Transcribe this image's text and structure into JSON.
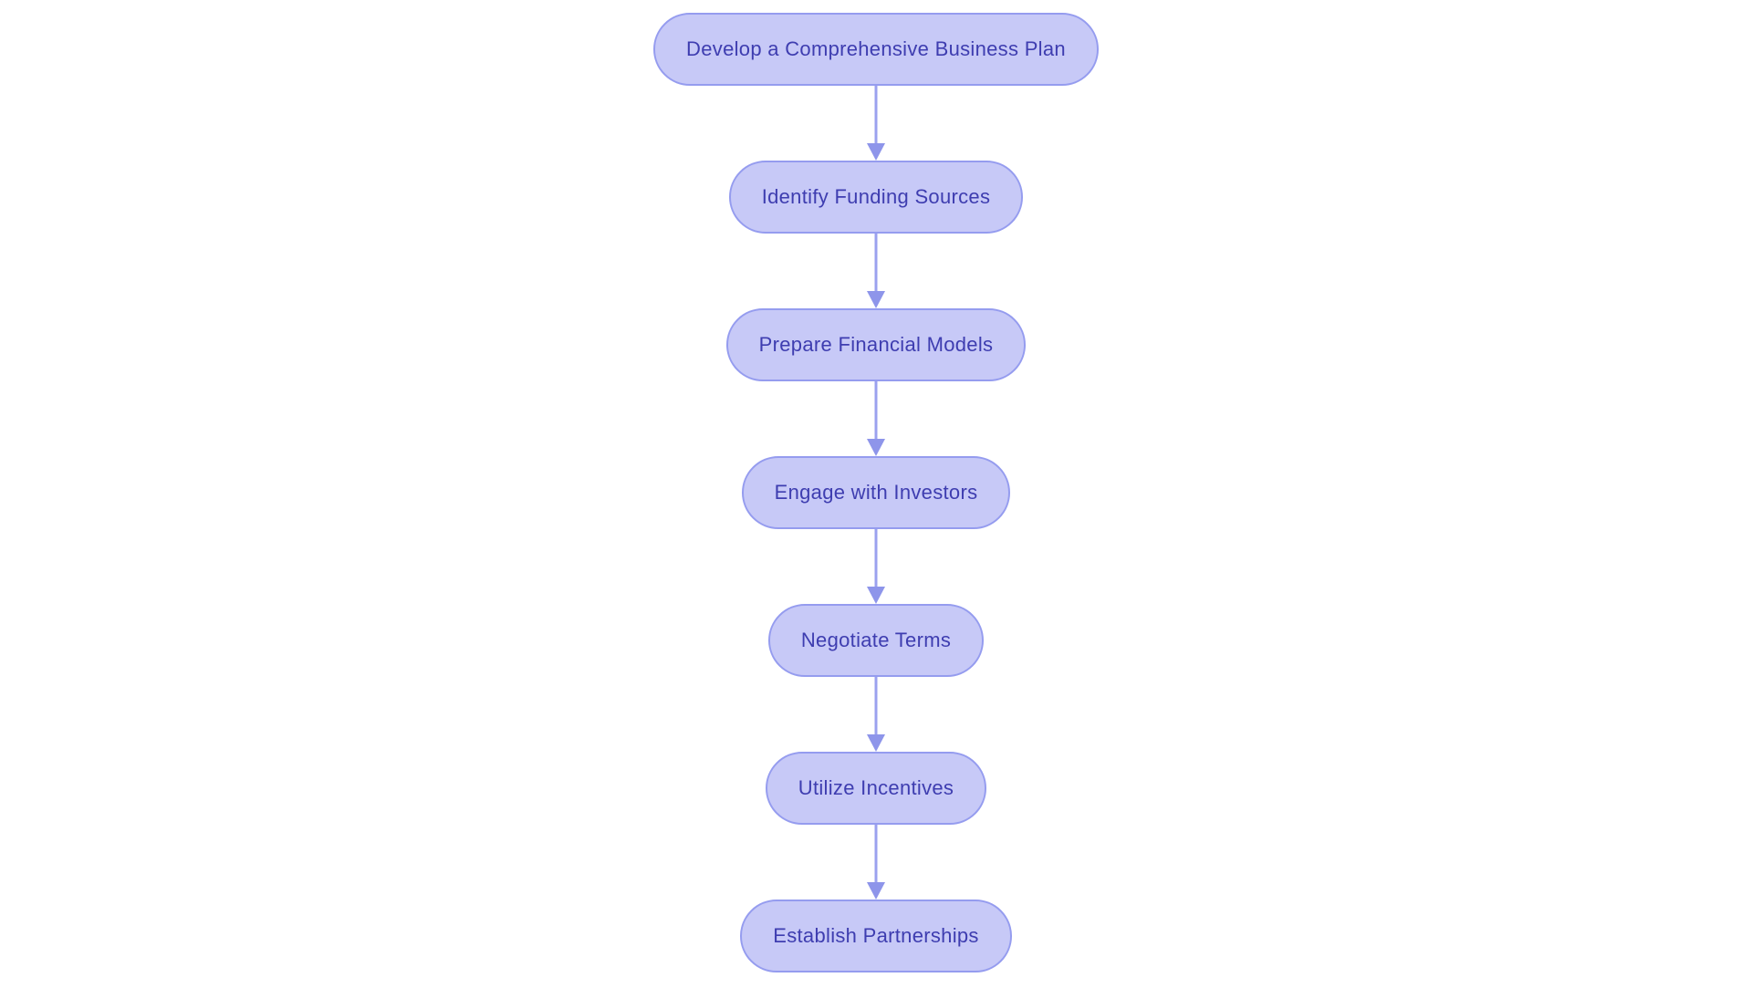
{
  "flowchart": {
    "description": "Vertical process flowchart of funding steps",
    "nodes": [
      {
        "label": "Develop a Comprehensive Business Plan"
      },
      {
        "label": "Identify Funding Sources"
      },
      {
        "label": "Prepare Financial Models"
      },
      {
        "label": "Engage with Investors"
      },
      {
        "label": "Negotiate Terms"
      },
      {
        "label": "Utilize Incentives"
      },
      {
        "label": "Establish Partnerships"
      }
    ],
    "connector_icon": "down-arrow",
    "colors": {
      "background": "#ffffff",
      "node_fill": "#c7c9f7",
      "node_border": "#959cef",
      "node_text": "#3e3db0",
      "arrow_line": "#9ba1ef",
      "arrow_head": "#8e95ea"
    }
  }
}
